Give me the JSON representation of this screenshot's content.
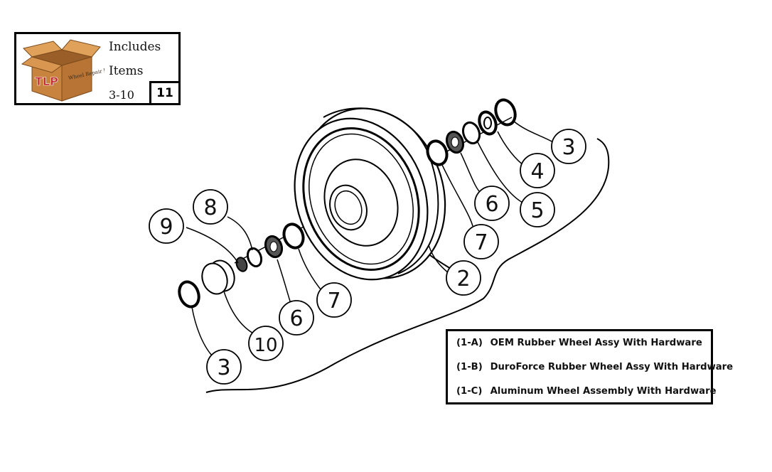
{
  "kit": {
    "line1": "Includes",
    "line2": "Items",
    "line3": "3-10",
    "item_number": "11",
    "box_logo": "TLP",
    "box_label": "Wheel Repair Kit"
  },
  "legend": {
    "items": [
      {
        "code": "(1-A)",
        "text": "OEM Rubber Wheel Assy With Hardware"
      },
      {
        "code": "(1-B)",
        "text": "DuroForce Rubber Wheel Assy With Hardware"
      },
      {
        "code": "(1-C)",
        "text": "Aluminum Wheel Assembly With Hardware"
      }
    ]
  },
  "callouts": {
    "c_3_top": "3",
    "c_4": "4",
    "c_5": "5",
    "c_6_right": "6",
    "c_7_right": "7",
    "c_2": "2",
    "c_8": "8",
    "c_9": "9",
    "c_7_left": "7",
    "c_6_left": "6",
    "c_10": "10",
    "c_3_bottom": "3"
  },
  "colors": {
    "box_brown": "#c8843f",
    "box_light": "#e0a25a",
    "logo_red": "#c0262d"
  }
}
